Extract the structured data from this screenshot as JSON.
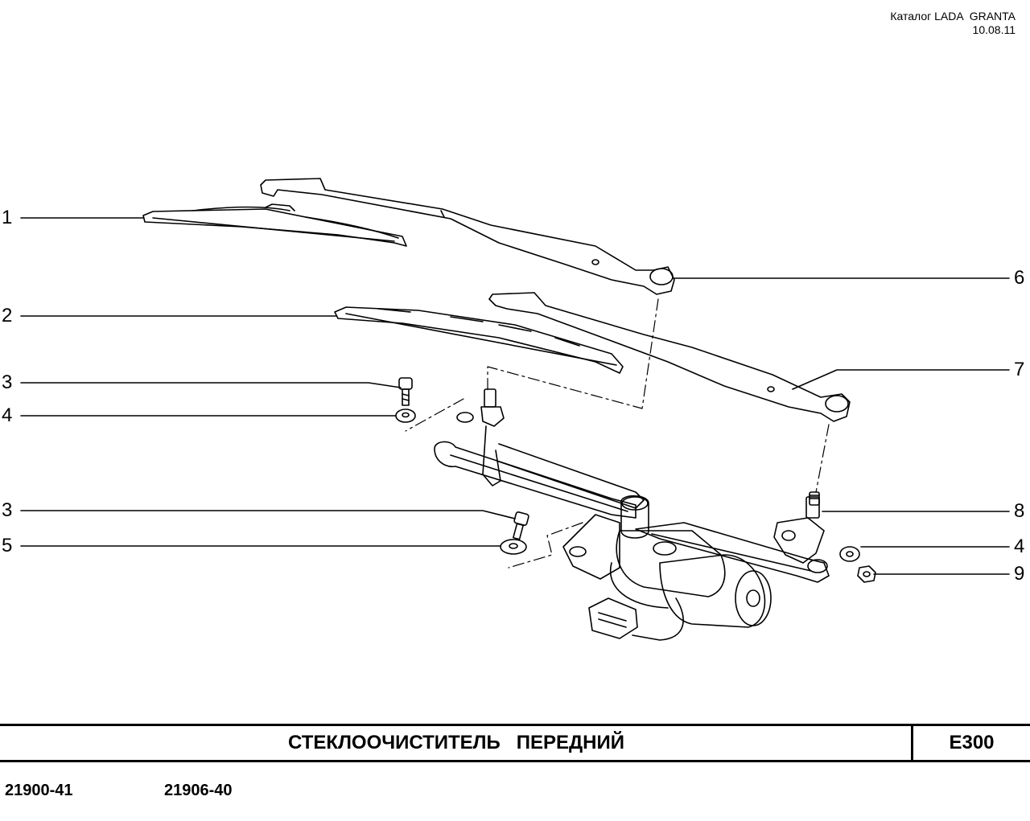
{
  "header": {
    "catalog": "Каталог LADA  GRANTA",
    "date": "10.08.11"
  },
  "callouts_left": [
    "1",
    "2",
    "3",
    "4",
    "3",
    "5"
  ],
  "callouts_right": [
    "6",
    "7",
    "8",
    "4",
    "9"
  ],
  "footer": {
    "title": "СТЕКЛООЧИСТИТЕЛЬ   ПЕРЕДНИЙ",
    "code": "E300"
  },
  "models": [
    "21900-41",
    "21906-40"
  ]
}
